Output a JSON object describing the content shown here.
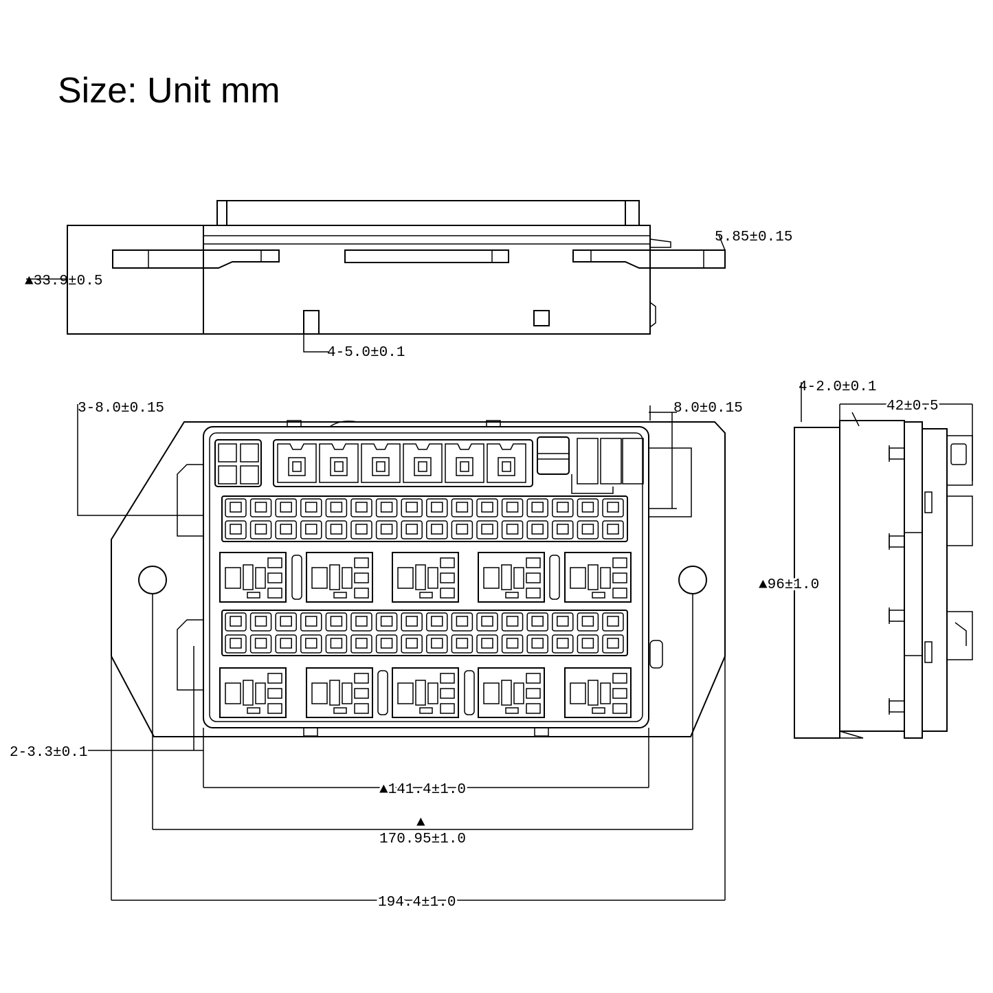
{
  "title": "Size: Unit mm",
  "dimensions": {
    "top_view_width_tab": "5.85±0.15",
    "top_view_height": "▲33.9±0.5",
    "top_view_slots": "4-5.0±0.1",
    "front_left_holes": "3-8.0±0.15",
    "front_right_hole": "8.0±0.15",
    "front_mount_holes": "2-3.3±0.1",
    "front_inner_width": "▲141.4±1.0",
    "front_mount_span_marker": "▲",
    "front_mount_span": "170.95±1.0",
    "front_overall_width": "194.4±1.0",
    "side_slots": "4-2.0±0.1",
    "side_depth": "42±0.5",
    "side_height": "▲96±1.0"
  }
}
